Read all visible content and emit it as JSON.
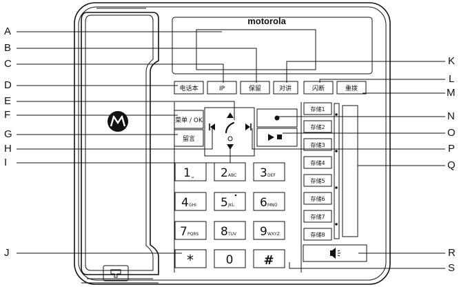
{
  "brand": "motorola",
  "callout_labels": [
    "A",
    "B",
    "C",
    "D",
    "E",
    "F",
    "G",
    "H",
    "I",
    "J",
    "K",
    "L",
    "M",
    "N",
    "O",
    "P",
    "Q",
    "R",
    "S"
  ],
  "function_keys": {
    "phonebook": "电话本",
    "ip": "IP",
    "hold": "保留",
    "intercom": "对讲",
    "flash": "闪断",
    "redial": "重拨",
    "menu_ok": "菜单 / OK",
    "message": "留言"
  },
  "memory_keys": [
    "存储1",
    "存储2",
    "存储3",
    "存储4",
    "存储5",
    "存储6",
    "存储7",
    "存储8"
  ],
  "dial_keys": [
    {
      "digit": "1",
      "letters": "⎵"
    },
    {
      "digit": "2",
      "letters": "ABC"
    },
    {
      "digit": "3",
      "letters": "DEF"
    },
    {
      "digit": "4",
      "letters": "GHI"
    },
    {
      "digit": "5",
      "letters": "JKL"
    },
    {
      "digit": "6",
      "letters": "MNO"
    },
    {
      "digit": "7",
      "letters": "PQRS"
    },
    {
      "digit": "8",
      "letters": "TUV"
    },
    {
      "digit": "9",
      "letters": "WXYZ"
    },
    {
      "digit": "*",
      "letters": ""
    },
    {
      "digit": "0",
      "letters": ""
    },
    {
      "digit": "#",
      "letters": ""
    }
  ],
  "icons": {
    "logo": "motorola-batwing-icon",
    "nav_up": "nav-up-icon",
    "nav_down": "nav-down-icon",
    "prev": "skip-back-icon",
    "next": "skip-forward-icon",
    "talk": "handset-icon",
    "record": "record-dot-icon",
    "play_stop": "play-stop-icon",
    "speaker": "speakerphone-icon",
    "hook": "hook-icon"
  }
}
